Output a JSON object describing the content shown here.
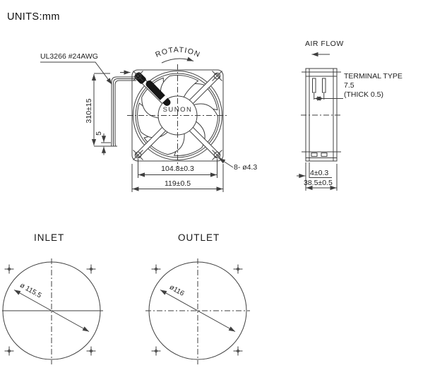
{
  "units_label": "UNITS:mm",
  "colors": {
    "line": "#3f3f3f",
    "text": "#1e1e1e",
    "cable": "#161616",
    "bg": "#ffffff"
  },
  "front_view": {
    "rotation_label": "ROTATION",
    "wire_spec": "UL3266 #24AWG",
    "brand": "SUNON",
    "dims": {
      "lead_length": "310±15",
      "strip_length": "5",
      "hole_pitch": "104.8±0.3",
      "frame_width": "119±0.5",
      "mounting_holes": "8- ø4.3"
    }
  },
  "side_view": {
    "airflow_label": "AIR FLOW",
    "terminal_note": {
      "title": "TERMINAL TYPE",
      "pitch": "7.5",
      "thickness": "(THICK 0.5)"
    },
    "dims": {
      "flange_thickness": "4±0.3",
      "frame_depth": "38.5±0.5"
    }
  },
  "inlet_view": {
    "label": "INLET",
    "diameter": "ø 115.5"
  },
  "outlet_view": {
    "label": "OUTLET",
    "diameter": "ø116"
  }
}
